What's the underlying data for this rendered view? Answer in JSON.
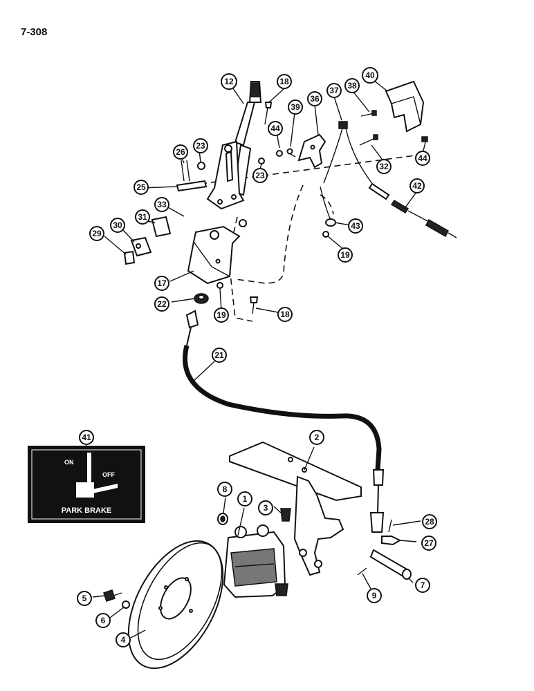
{
  "page_number": "7-308",
  "callouts": [
    "1",
    "2",
    "3",
    "4",
    "5",
    "6",
    "7",
    "8",
    "9",
    "12",
    "17",
    "18",
    "18",
    "19",
    "19",
    "21",
    "22",
    "23",
    "23",
    "25",
    "26",
    "27",
    "28",
    "29",
    "30",
    "31",
    "32",
    "33",
    "36",
    "37",
    "38",
    "39",
    "40",
    "41",
    "42",
    "43",
    "44",
    "44"
  ],
  "decal": {
    "on": "ON",
    "off": "OFF",
    "title": "PARK BRAKE"
  }
}
